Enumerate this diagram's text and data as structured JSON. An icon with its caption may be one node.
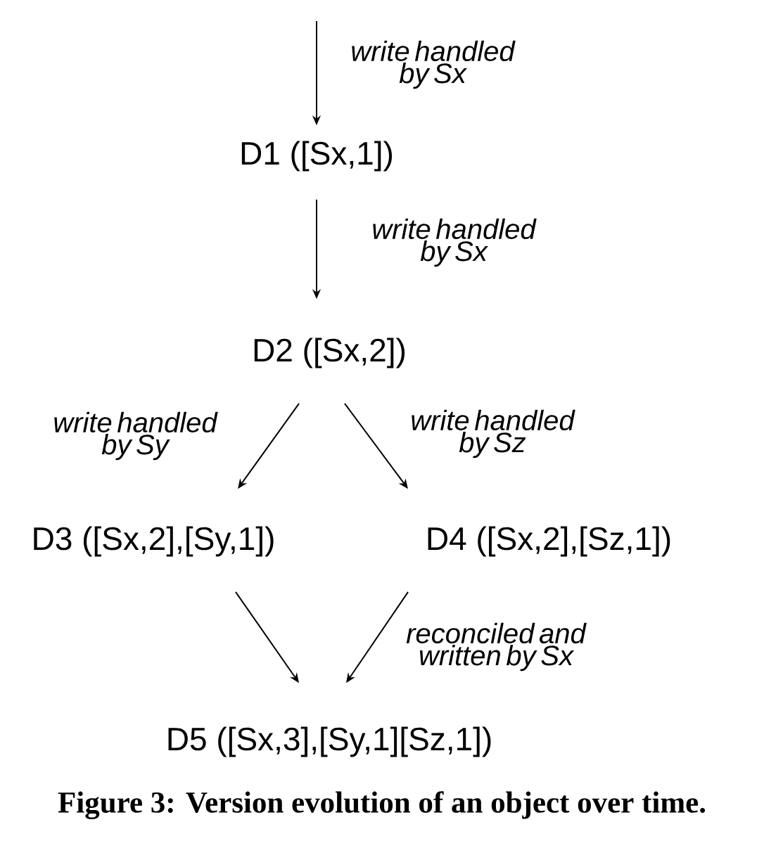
{
  "diagram": {
    "caption": "Figure 3: Version evolution of an object over time.",
    "nodes": [
      {
        "text": [
          "D1 ([Sx,1])"
        ]
      },
      {
        "text": [
          "D2 ([Sx,2])"
        ]
      },
      {
        "text": [
          "D3 ([Sx,2],[Sy,1])"
        ]
      },
      {
        "text": [
          "D4 ([Sx,2],[Sz,1])"
        ]
      },
      {
        "text": [
          "D5 ([Sx,3],[Sy,1][Sz,1])"
        ]
      }
    ],
    "edges": [
      {
        "from": null,
        "to": 0,
        "arrow": "to",
        "label": "write handled by Sx"
      },
      {
        "from": 0,
        "to": 1,
        "arrow": "to",
        "label": "write handled by Sx"
      },
      {
        "from": 1,
        "to": 2,
        "arrow": "to",
        "label": "write handled by Sy"
      },
      {
        "from": 1,
        "to": 3,
        "arrow": "to",
        "label": "write handled by Sz"
      },
      {
        "from": 2,
        "to": 4,
        "arrow": "to"
      },
      {
        "from": 3,
        "to": 4,
        "arrow": "to",
        "label": "reconciled and written by Sx"
      }
    ]
  }
}
